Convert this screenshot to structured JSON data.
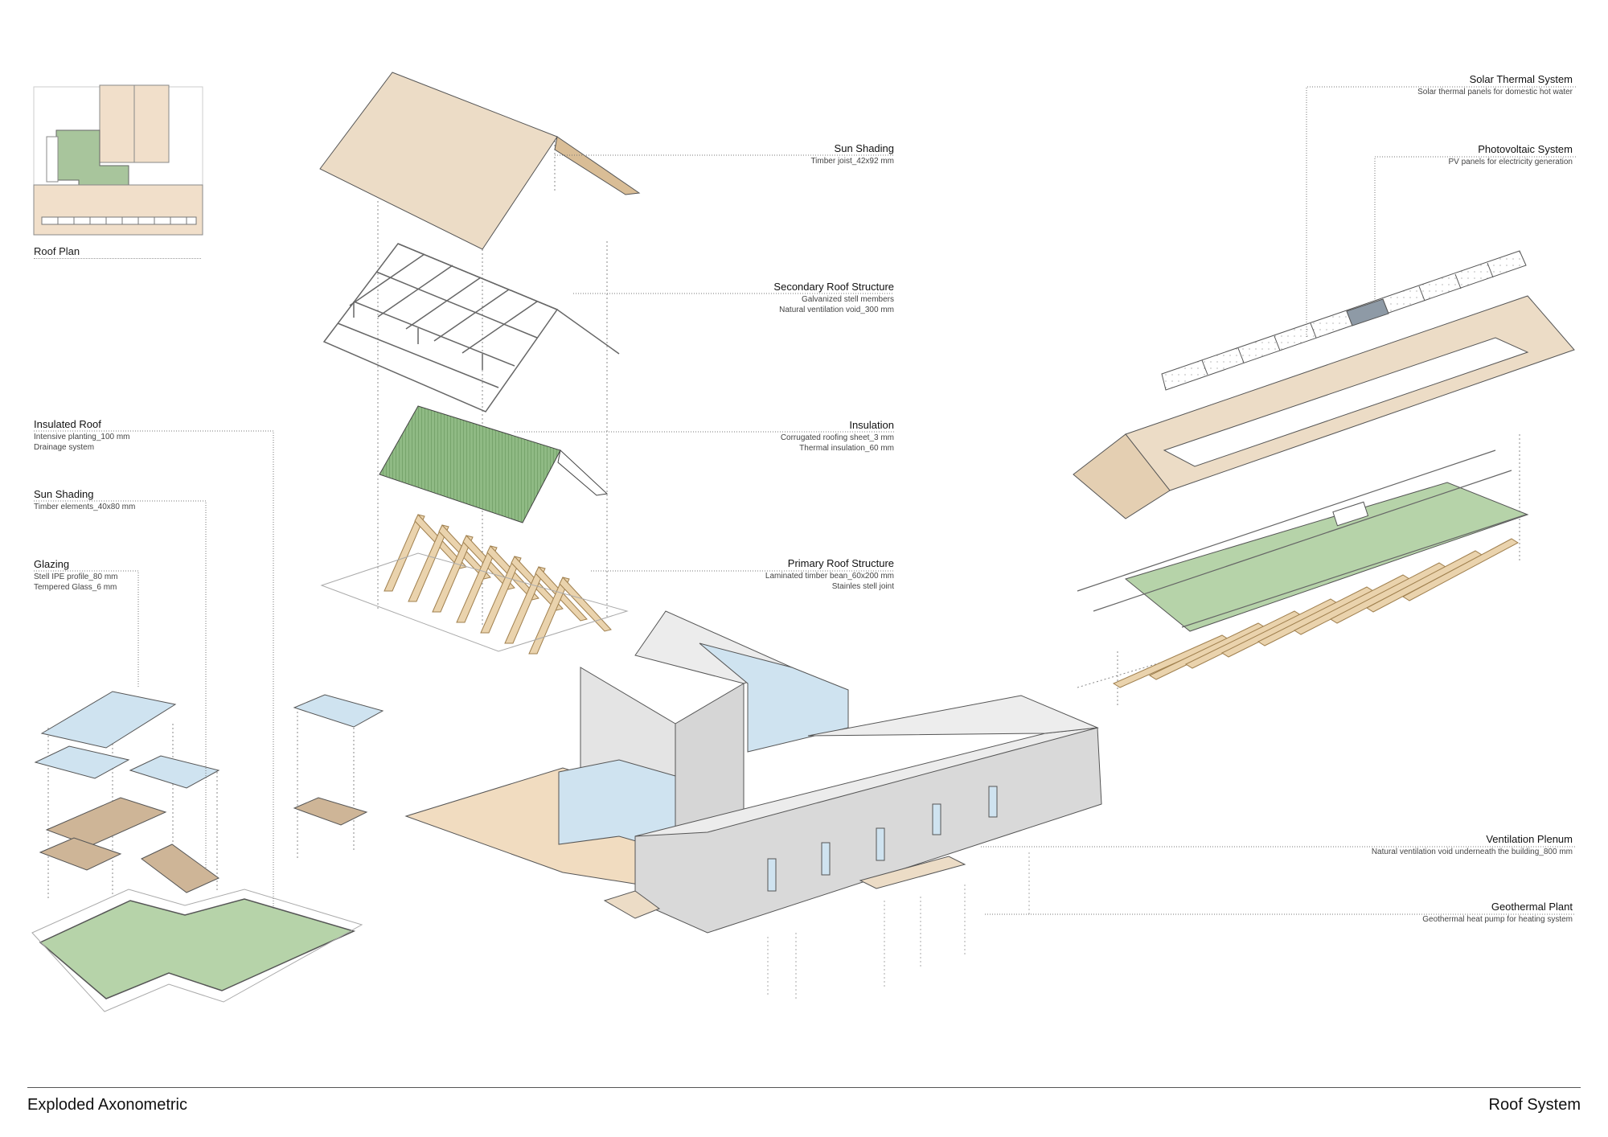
{
  "roof_plan": {
    "caption": "Roof Plan"
  },
  "labels": {
    "sun_shading_top": {
      "title": "Sun Shading",
      "lines": [
        "Timber joist_42x92 mm"
      ]
    },
    "secondary_roof": {
      "title": "Secondary Roof Structure",
      "lines": [
        "Galvanized stell members",
        "Natural ventilation void_300 mm"
      ]
    },
    "insulation": {
      "title": "Insulation",
      "lines": [
        "Corrugated roofing sheet_3 mm",
        "Thermal insulation_60 mm"
      ]
    },
    "primary_roof": {
      "title": "Primary Roof Structure",
      "lines": [
        "Laminated timber bean_60x200 mm",
        "Stainles stell joint"
      ]
    },
    "insulated_roof": {
      "title": "Insulated Roof",
      "lines": [
        "Intensive planting_100 mm",
        "Drainage system"
      ]
    },
    "sun_shading_left": {
      "title": "Sun Shading",
      "lines": [
        "Timber elements_40x80 mm"
      ]
    },
    "glazing": {
      "title": "Glazing",
      "lines": [
        "Stell IPE profile_80 mm",
        "Tempered Glass_6 mm"
      ]
    },
    "solar_thermal": {
      "title": "Solar Thermal System",
      "lines": [
        "Solar thermal panels for domestic hot water"
      ]
    },
    "photovoltaic": {
      "title": "Photovoltaic System",
      "lines": [
        "PV panels for electricity generation"
      ]
    },
    "ventilation": {
      "title": "Ventilation Plenum",
      "lines": [
        "Natural ventilation void underneath the building_800 mm"
      ]
    },
    "geothermal": {
      "title": "Geothermal Plant",
      "lines": [
        "Geothermal heat pump for heating system"
      ]
    }
  },
  "footer": {
    "left": "Exploded Axonometric",
    "right": "Roof System"
  },
  "colors": {
    "timber": "#ecdcc6",
    "timber_dark": "#d9bd96",
    "green_roof": "#9cc08f",
    "green_roof_light": "#b6d3a9",
    "glass": "#cfe3f0",
    "concrete": "#e2e2e2",
    "pv_dark": "#8e9aa6",
    "line": "#555555"
  }
}
